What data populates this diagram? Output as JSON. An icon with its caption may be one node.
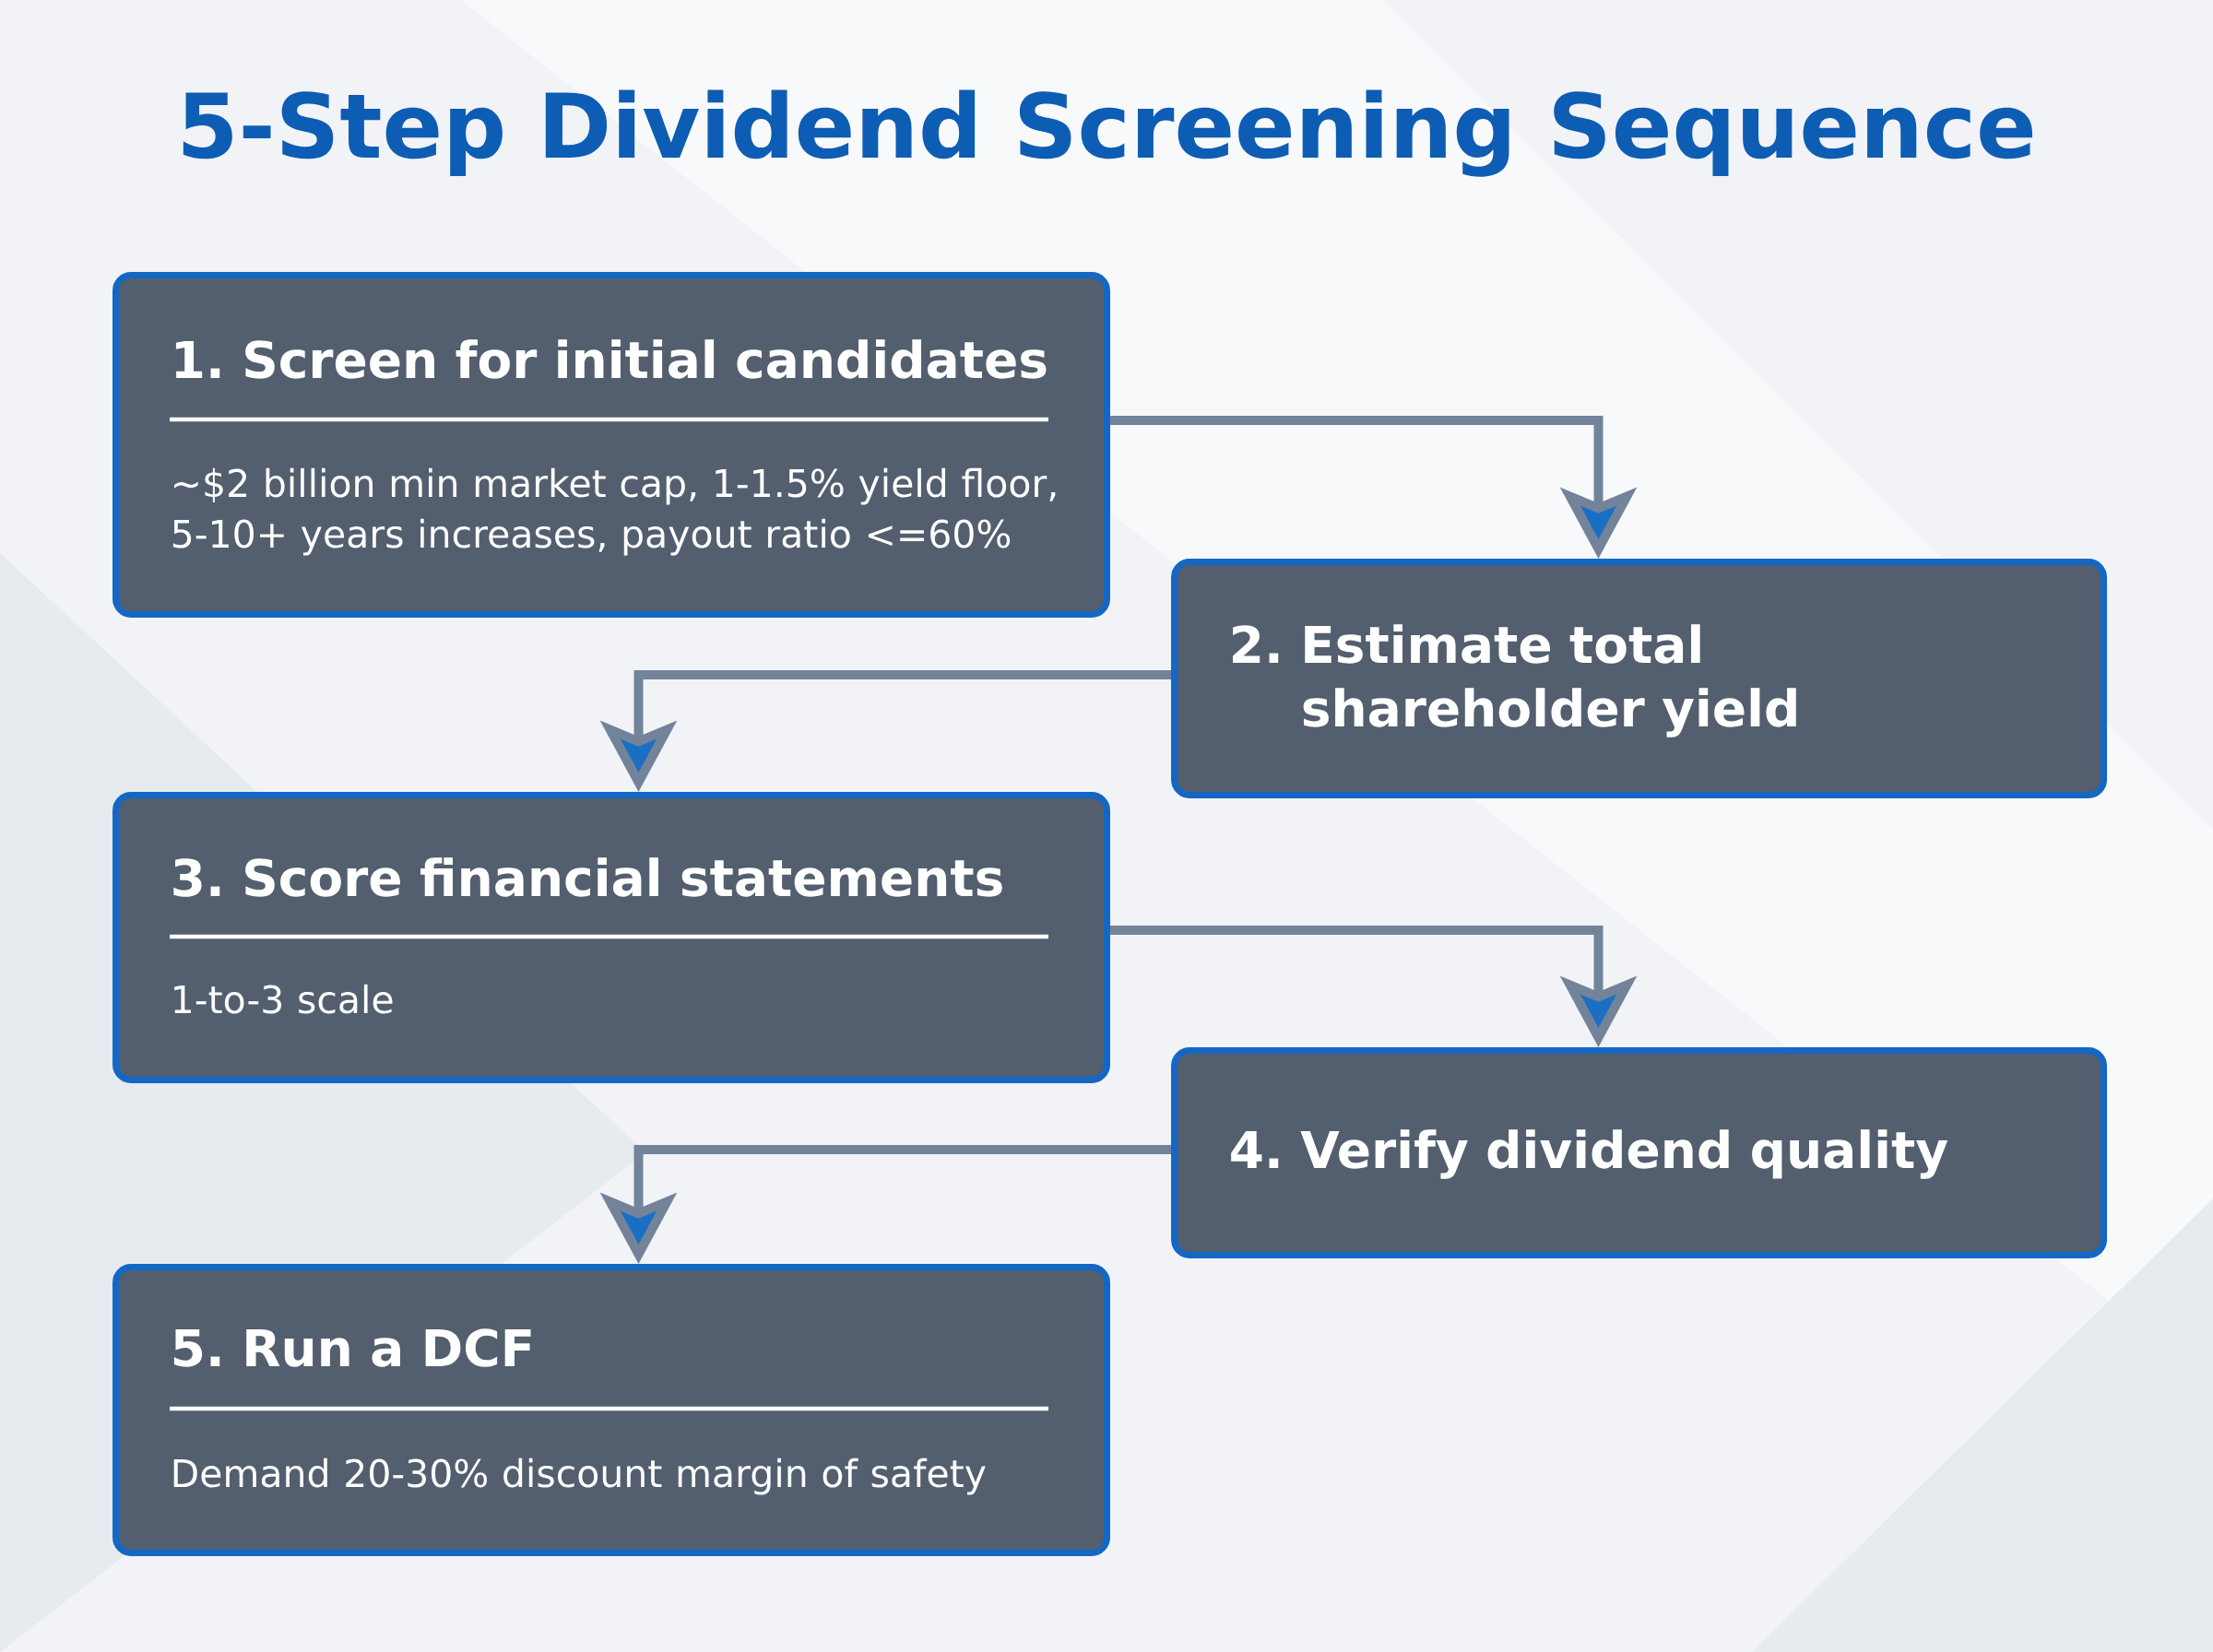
{
  "diagram": {
    "title": "5-Step Dividend Screening Sequence",
    "nodes": [
      {
        "text": [
          "1. Screen for initial candidates",
          "~$2 billion min market cap, 1-1.5% yield floor, 5-10+ years increases, payout ratio <=60%"
        ]
      },
      {
        "text": [
          "2. Estimate total shareholder yield"
        ]
      },
      {
        "text": [
          "3. Score financial statements",
          "1-to-3 scale"
        ]
      },
      {
        "text": [
          "4. Verify dividend quality"
        ]
      },
      {
        "text": [
          "5. Run a DCF",
          "Demand 20-30% discount margin of safety"
        ]
      }
    ],
    "edges": [
      {
        "from": 0,
        "to": 1,
        "arrow": "to"
      },
      {
        "from": 1,
        "to": 2,
        "arrow": "to"
      },
      {
        "from": 2,
        "to": 3,
        "arrow": "to"
      },
      {
        "from": 3,
        "to": 4,
        "arrow": "to"
      }
    ]
  }
}
